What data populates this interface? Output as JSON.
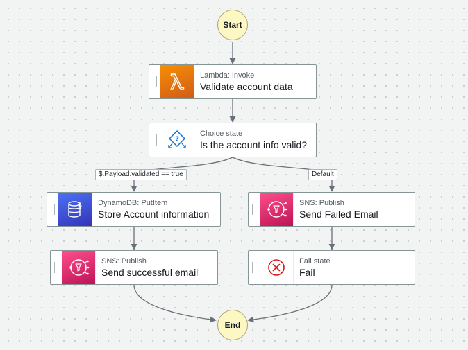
{
  "start": {
    "label": "Start"
  },
  "end": {
    "label": "End"
  },
  "states": [
    {
      "id": "validate",
      "type": "Lambda: Invoke",
      "name": "Validate account data",
      "icon": "lambda-icon",
      "tile_color": "#ed7100"
    },
    {
      "id": "choice",
      "type": "Choice state",
      "name": "Is the account info valid?",
      "icon": "choice-icon",
      "tile_color": "#ffffff"
    },
    {
      "id": "store",
      "type": "DynamoDB: PutItem",
      "name": "Store Account information",
      "icon": "dynamodb-icon",
      "tile_color": "#3f48cc"
    },
    {
      "id": "failed_email",
      "type": "SNS: Publish",
      "name": "Send Failed Email",
      "icon": "sns-icon",
      "tile_color": "#e7157b"
    },
    {
      "id": "success_email",
      "type": "SNS: Publish",
      "name": "Send successful email",
      "icon": "sns-icon",
      "tile_color": "#e7157b"
    },
    {
      "id": "fail",
      "type": "Fail state",
      "name": "Fail",
      "icon": "fail-icon",
      "tile_color": "#ffffff"
    }
  ],
  "branches": [
    {
      "label": "$.Payload.validated == true"
    },
    {
      "label": "Default"
    }
  ],
  "colors": {
    "edge": "#687078",
    "start_end_fill": "#fdf7c3",
    "choice_icon": "#0972d3",
    "fail_icon": "#d91515"
  }
}
